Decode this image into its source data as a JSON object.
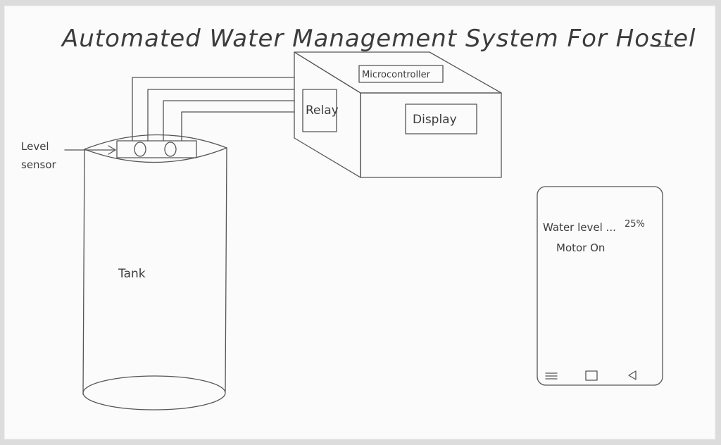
{
  "title": "Automated Water Management System For Hostel",
  "labels": {
    "microcontroller": "Microcontroller",
    "relay": "Relay",
    "display": "Display",
    "level_sensor_line1": "Level",
    "level_sensor_line2": "sensor",
    "tank": "Tank"
  },
  "phone": {
    "water_level_label": "Water level ...",
    "water_level_value": "25%",
    "motor_status": "Motor On",
    "nav_icons": [
      "menu-icon",
      "square-icon",
      "back-triangle-icon"
    ]
  },
  "colors": {
    "paper": "#fbfbfb",
    "pencil": "#555555",
    "text": "#3c3c3c"
  }
}
